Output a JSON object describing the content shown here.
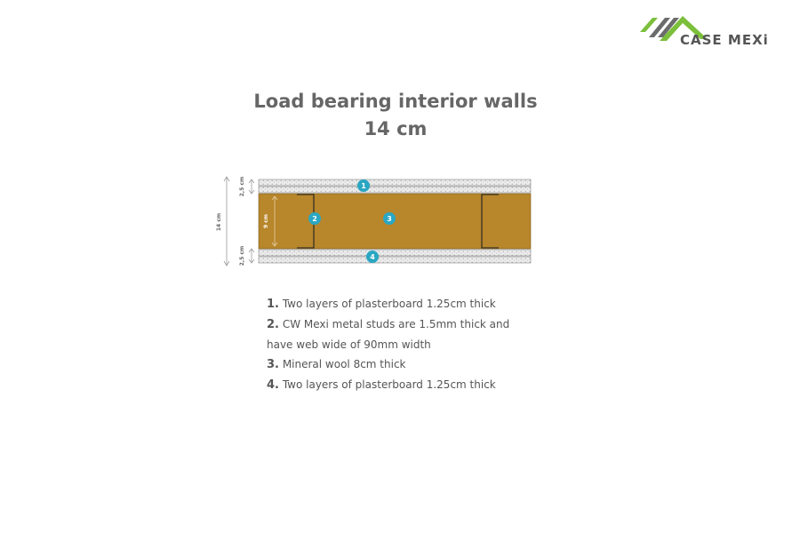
{
  "logo": {
    "text": "CASE MEXi"
  },
  "title": {
    "line1": "Load bearing interior walls",
    "line2": "14 cm"
  },
  "diagram": {
    "total_label": "14 cm",
    "top_layer_label": "2,5 cm",
    "bottom_layer_label": "2,5 cm",
    "stud_label": "9 cm",
    "markers": [
      "1",
      "2",
      "3",
      "4"
    ],
    "colors": {
      "wool": "#b8862b",
      "board": "#e6e6e6",
      "marker": "#2aa7c2",
      "logo_green": "#7bbf3b",
      "logo_gray": "#6b6b6b"
    }
  },
  "legend": [
    {
      "num": "1.",
      "text": "Two layers of plasterboard 1.25cm thick"
    },
    {
      "num": "2.",
      "text": "CW Mexi metal studs are 1.5mm thick and have web wide of 90mm width"
    },
    {
      "num": "3.",
      "text": "Mineral wool 8cm thick"
    },
    {
      "num": "4.",
      "text": "Two layers of plasterboard 1.25cm thick"
    }
  ]
}
